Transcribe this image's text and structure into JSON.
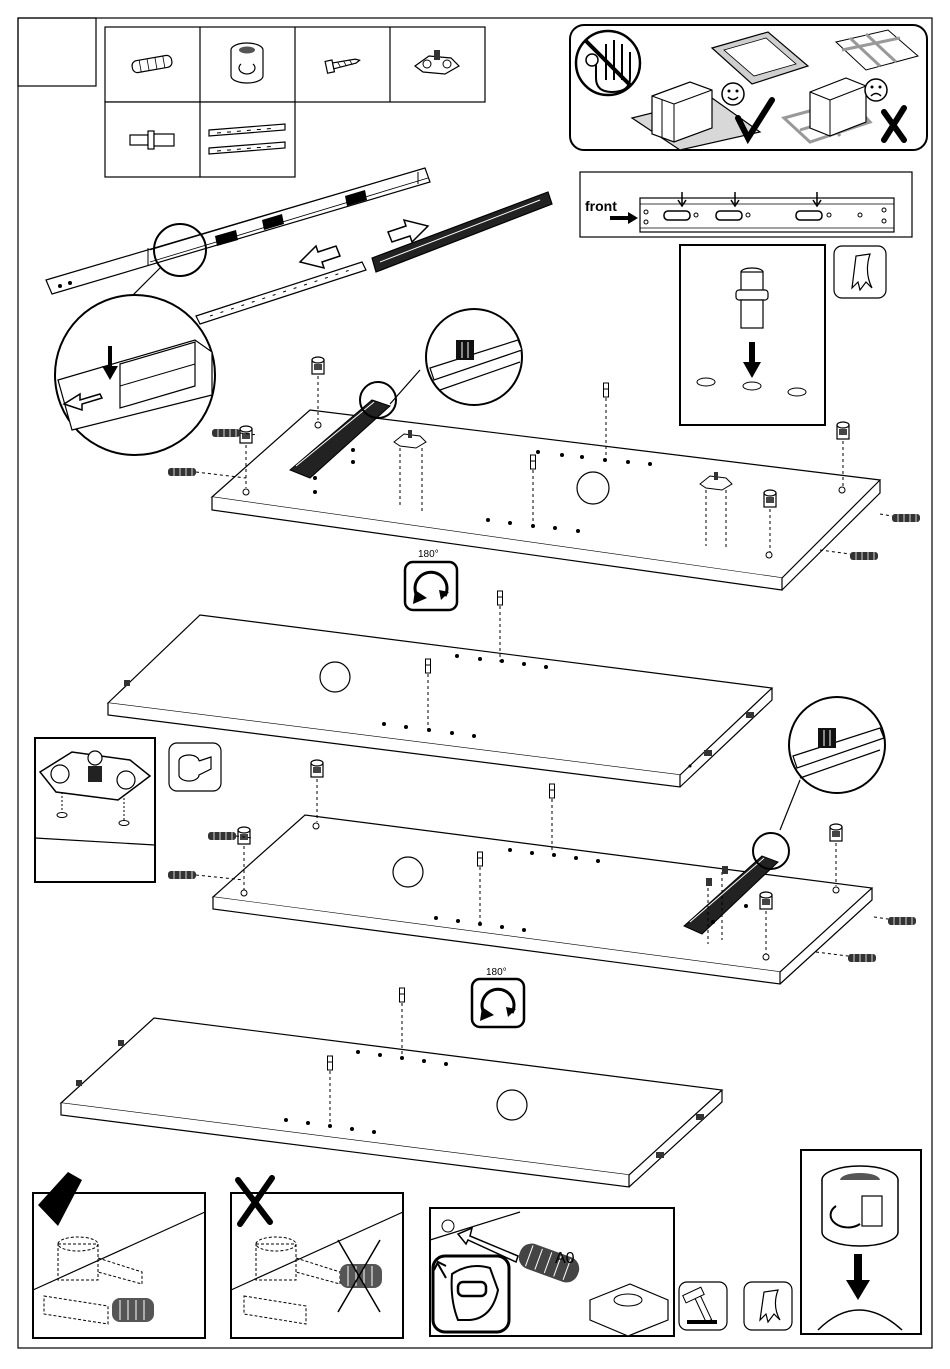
{
  "labels": {
    "front": "front",
    "rotate_top": "180°",
    "rotate_bottom": "180°",
    "dowel": "A0"
  },
  "colors": {
    "line": "#000000",
    "paper": "#ffffff",
    "shade": "#d8d8d8",
    "dark": "#222222"
  },
  "icons": [
    "wooden-dowel-icon",
    "cam-lock-icon",
    "screw-icon",
    "hinge-plate-icon",
    "shelf-pin-icon",
    "drawer-runner-icon",
    "rotate-180-icon",
    "tape-icon",
    "hammer-icon",
    "check-icon",
    "cross-icon",
    "smiley-icon",
    "frown-icon"
  ]
}
